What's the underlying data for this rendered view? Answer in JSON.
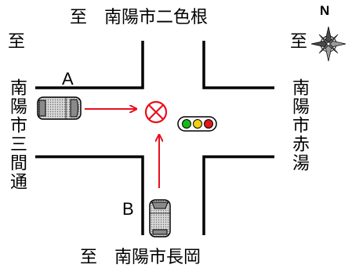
{
  "labels": {
    "north_destination": "至　南陽市二色根",
    "south_destination": "至　南陽市長岡",
    "west_to": "至",
    "west_destination": "南陽市三間通",
    "east_to": "至",
    "east_destination": "南陽市赤湯",
    "vehicle_a": "A",
    "vehicle_b": "B",
    "compass_north": "N"
  },
  "icons": {
    "collision_point": "circled-x-icon",
    "traffic_signal": "traffic-light-icon",
    "compass": "compass-rose-icon",
    "vehicle": "car-icon"
  },
  "colors": {
    "road_lines": "#000000",
    "arrows_and_collision": "#e8101e",
    "signal_green": "#18b818",
    "signal_yellow": "#f0d010",
    "signal_red": "#e01818",
    "car_body": "#c8c8c8"
  }
}
